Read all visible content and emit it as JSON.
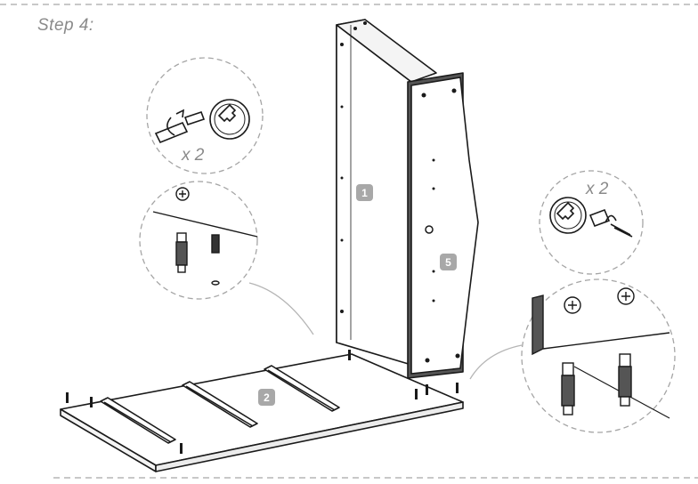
{
  "step": {
    "title": "Step 4:"
  },
  "quantities": {
    "left_count": "x 2",
    "right_count": "x 2"
  },
  "parts": [
    {
      "id": "panel-1",
      "label": "1"
    },
    {
      "id": "panel-5",
      "label": "5"
    },
    {
      "id": "panel-2",
      "label": "2"
    }
  ],
  "icons": {
    "screwdriver_left": "screwdriver-turn-icon",
    "cam_lock": "cam-lock-icon",
    "screwdriver_right": "screwdriver-turn-icon",
    "dowel": "dowel-icon"
  },
  "colors": {
    "line": "#1a1a1a",
    "dash": "#b5b5b5",
    "badge": "#a8a8a8",
    "text": "#8a8a8a"
  }
}
